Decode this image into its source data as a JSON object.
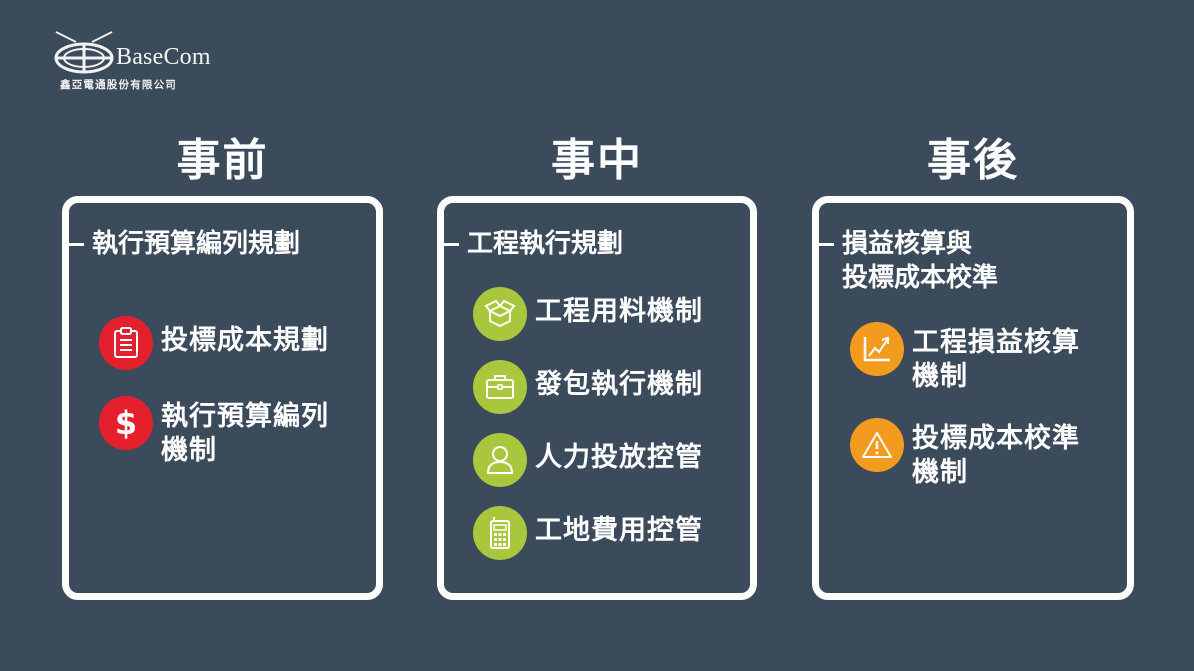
{
  "logo": {
    "brand": "BaseCom",
    "company": "鑫亞電通股份有限公司",
    "tiny_text": "BaseCom"
  },
  "colors": {
    "background": "#3b4b5c",
    "panel_border": "#ffffff",
    "pre_accent": "#e3202b",
    "during_accent": "#a8c73c",
    "post_accent": "#f29b1f"
  },
  "phases": [
    {
      "title": "事前",
      "heading_lines": [
        "執行預算編列規劃"
      ],
      "items": [
        {
          "icon": "clipboard-icon",
          "lines": [
            "投標成本規劃"
          ]
        },
        {
          "icon": "dollar-icon",
          "lines": [
            "執行預算編列",
            "機制"
          ]
        }
      ]
    },
    {
      "title": "事中",
      "heading_lines": [
        "工程執行規劃"
      ],
      "items": [
        {
          "icon": "box-icon",
          "lines": [
            "工程用料機制"
          ]
        },
        {
          "icon": "briefcase-icon",
          "lines": [
            "發包執行機制"
          ]
        },
        {
          "icon": "person-icon",
          "lines": [
            "人力投放控管"
          ]
        },
        {
          "icon": "calculator-icon",
          "lines": [
            "工地費用控管"
          ]
        }
      ]
    },
    {
      "title": "事後",
      "heading_lines": [
        "損益核算與",
        "投標成本校準"
      ],
      "items": [
        {
          "icon": "growth-chart-icon",
          "lines": [
            "工程損益核算",
            "機制"
          ]
        },
        {
          "icon": "warning-icon",
          "lines": [
            "投標成本校準",
            "機制"
          ]
        }
      ]
    }
  ]
}
